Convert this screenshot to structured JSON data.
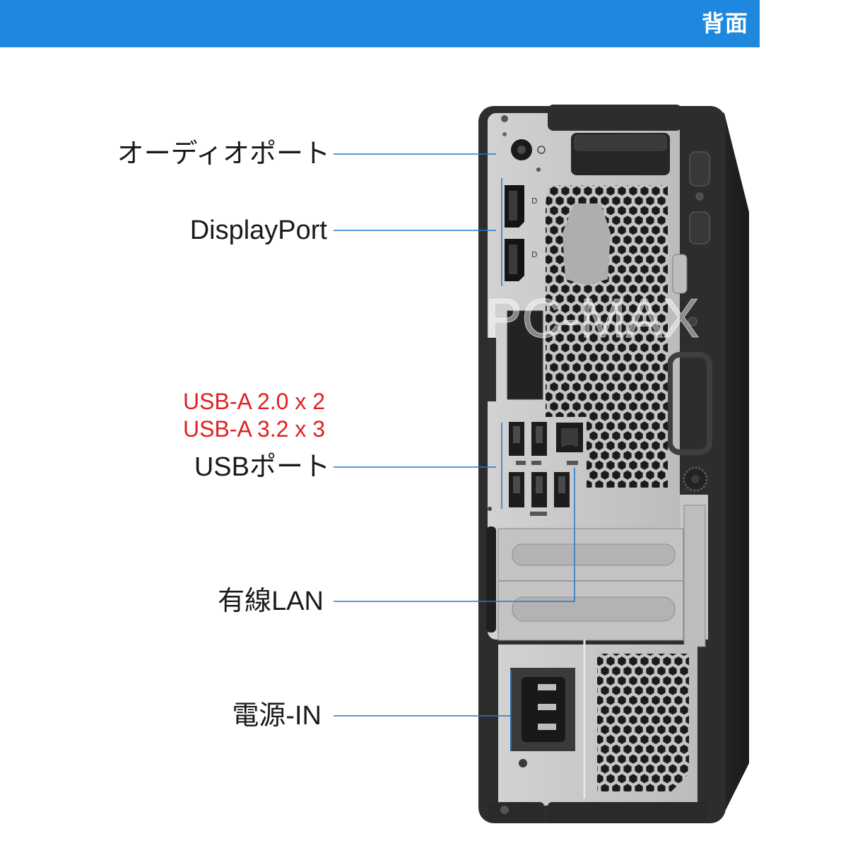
{
  "header": {
    "title": "背面",
    "color": "#1e88de"
  },
  "labels": {
    "audio": "オーディオポート",
    "displayport": "DisplayPort",
    "usb_spec_1": "USB-A 2.0 x 2",
    "usb_spec_2": "USB-A 3.2 x 3",
    "usb": "USBポート",
    "lan": "有線LAN",
    "power": "電源-IN"
  },
  "watermark": "PC-MAX",
  "colors": {
    "leader_line": "#1e78cf",
    "spec_text": "#e02020"
  }
}
